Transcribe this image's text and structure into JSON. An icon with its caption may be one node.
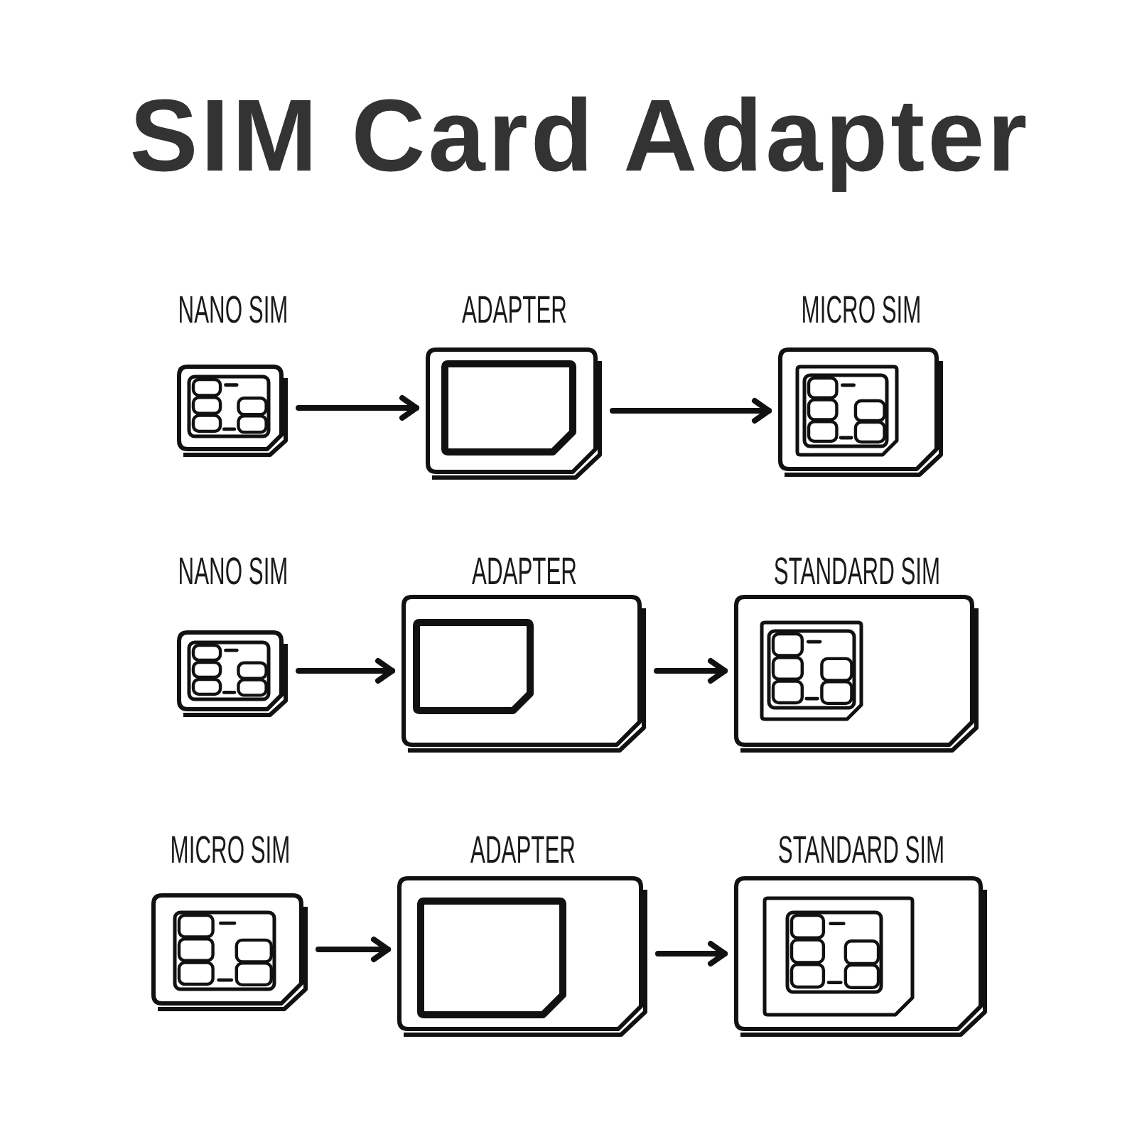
{
  "diagram": {
    "title": "SIM Card Adapter",
    "nodes": [
      {
        "text": [
          "NANO SIM"
        ]
      },
      {
        "text": [
          "ADAPTER"
        ]
      },
      {
        "text": [
          "MICRO SIM"
        ]
      },
      {
        "text": [
          "NANO SIM"
        ]
      },
      {
        "text": [
          "ADAPTER"
        ]
      },
      {
        "text": [
          "STANDARD SIM"
        ]
      },
      {
        "text": [
          "MICRO SIM"
        ]
      },
      {
        "text": [
          "ADAPTER"
        ]
      },
      {
        "text": [
          "STANDARD SIM"
        ]
      }
    ],
    "edges": [
      {
        "from": 0,
        "to": 1,
        "arrow": "to"
      },
      {
        "from": 1,
        "to": 2,
        "arrow": "to"
      },
      {
        "from": 3,
        "to": 4,
        "arrow": "to"
      },
      {
        "from": 4,
        "to": 5,
        "arrow": "to"
      },
      {
        "from": 6,
        "to": 7,
        "arrow": "to"
      },
      {
        "from": 7,
        "to": 8,
        "arrow": "to"
      }
    ]
  }
}
